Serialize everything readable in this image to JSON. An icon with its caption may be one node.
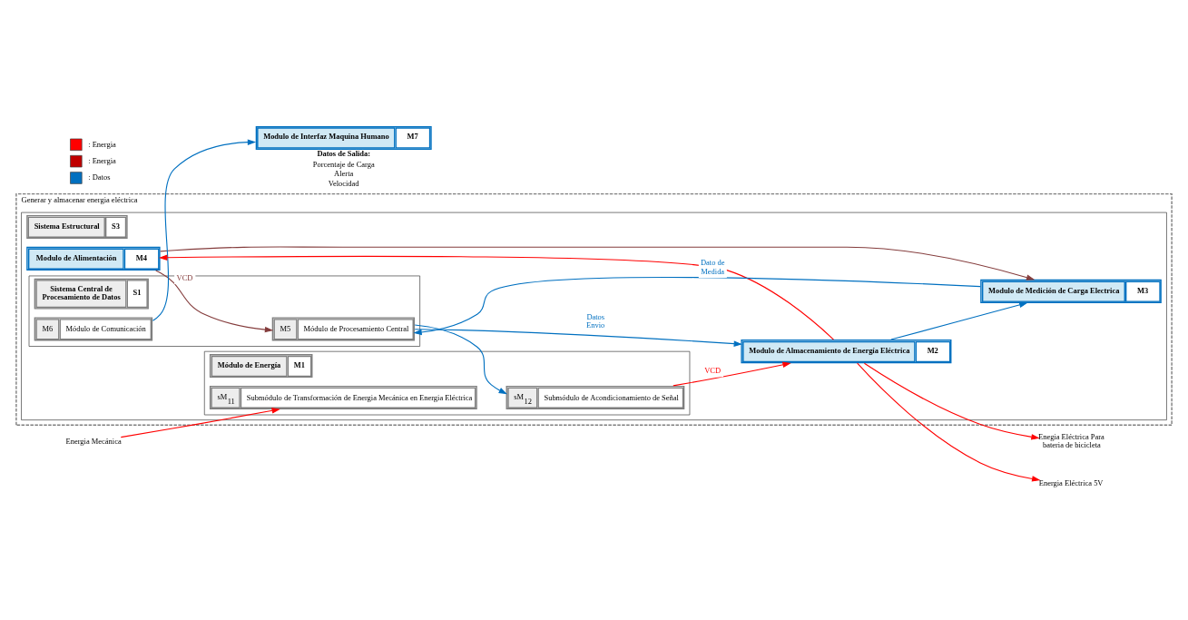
{
  "diagram": {
    "nodes": [
      {
        "text": [
          "Generar y almacenar energia eléctrica"
        ]
      },
      {
        "text": [
          "Sistema Estructural",
          "S3"
        ],
        "in": 0
      },
      {
        "text": [
          "Modulo de Alimentación",
          "M4"
        ],
        "in": 1
      },
      {
        "text": [
          "Módulo de Energía",
          "M1"
        ],
        "in": 1
      },
      {
        "text": [
          "sM$_{11}$",
          "Submódulo de Transformación de Energia Mecánica en Energia Eléctrica"
        ],
        "in": 3
      },
      {
        "text": [
          "sM$_{12}$",
          "Submódulo de Acondicionamiento de Señal"
        ],
        "in": 3
      },
      {
        "text": [
          "Sistema Central de Procesamiento de Datos",
          "S1"
        ],
        "in": 1
      },
      {
        "text": [
          "M5",
          "Módulo de Procesamiento Central"
        ],
        "in": 6
      },
      {
        "text": [
          "M6",
          "Módulo de Comunicación"
        ],
        "in": 6
      },
      {
        "text": [
          "Modulo de Almacenamiento de Energía Eléctrica",
          "M2"
        ],
        "in": 1
      },
      {
        "text": [
          "Modulo de Medición de Carga Electrica",
          "M3"
        ],
        "in": 1
      },
      {
        "text": [
          "Modulo de Interfaz Maquina Humano",
          "M7"
        ],
        "beside": [
          "Datos de Salida:",
          "Porcentaje de Carga",
          "Alerta",
          "Velocidad"
        ]
      },
      {
        "text": [
          "Energia Mecánica"
        ]
      },
      {
        "text": [
          "Enegia Eléctrica Para bateria de bicicleta"
        ]
      },
      {
        "text": [
          "Energia Eléctrica 5V"
        ]
      }
    ],
    "edges": [
      {
        "from": 12,
        "to": 4,
        "arrow": "to",
        "color": "#ff0000"
      },
      {
        "from": 2,
        "to": 7,
        "arrow": "to",
        "label": "VCD",
        "color": "#843c3c"
      },
      {
        "from": 2,
        "to": 10,
        "arrow": "to",
        "color": "#843c3c"
      },
      {
        "from": 9,
        "to": 2,
        "arrow": "to",
        "color": "#ff0000"
      },
      {
        "from": 7,
        "to": 5,
        "arrow": "to",
        "color": "#0070c0"
      },
      {
        "from": 8,
        "to": 11,
        "arrow": "to",
        "color": "#0070c0"
      },
      {
        "from": 7,
        "to": 9,
        "arrow": "to",
        "label": "Datos Envio",
        "color": "#0070c0"
      },
      {
        "from": 10,
        "to": 7,
        "arrow": "to",
        "label": "Dato de Medida",
        "color": "#0070c0"
      },
      {
        "from": 5,
        "to": 9,
        "arrow": "to",
        "label": "VCD",
        "color": "#ff0000"
      },
      {
        "from": 9,
        "to": 10,
        "arrow": "to",
        "color": "#0070c0"
      },
      {
        "from": 9,
        "to": 13,
        "arrow": "to",
        "color": "#ff0000"
      },
      {
        "from": 9,
        "to": 14,
        "arrow": "to",
        "color": "#ff0000"
      }
    ],
    "legend": [
      {
        "text": ": Energia",
        "color": "#ff0000"
      },
      {
        "text": ": Energia",
        "color": "#c00000"
      },
      {
        "text": ": Datos",
        "color": "#0070c0"
      }
    ]
  }
}
